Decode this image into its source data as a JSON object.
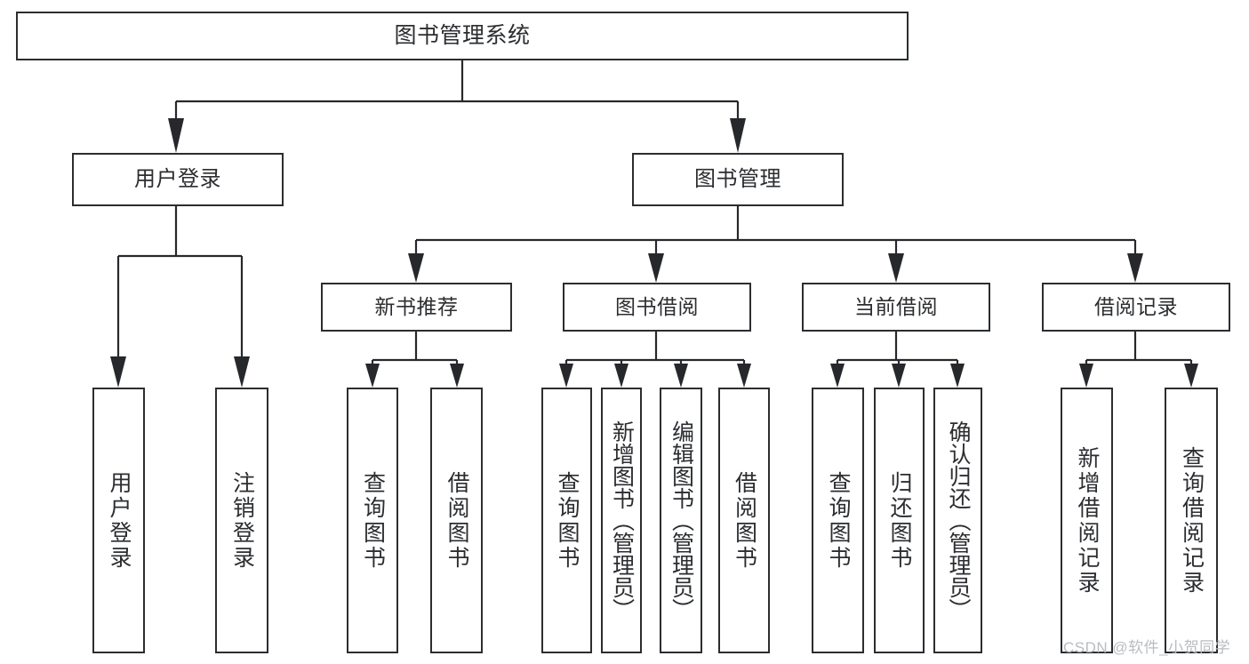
{
  "diagram": {
    "title": "图书管理系统",
    "type": "tree",
    "watermark": "CSDN @软件_小贺同学",
    "colors": {
      "stroke": "#2b2d30",
      "background": "#ffffff",
      "text": "#2b2d30",
      "watermark": "#b9bcc0"
    },
    "nodes": {
      "root": {
        "label": "图书管理系统"
      },
      "level1": [
        {
          "label": "用户登录"
        },
        {
          "label": "图书管理"
        }
      ],
      "level2": [
        {
          "label": "新书推荐"
        },
        {
          "label": "图书借阅"
        },
        {
          "label": "当前借阅"
        },
        {
          "label": "借阅记录"
        }
      ],
      "leaves": [
        {
          "label": "用户登录"
        },
        {
          "label": "注销登录"
        },
        {
          "label": "查询图书"
        },
        {
          "label": "借阅图书"
        },
        {
          "label": "查询图书"
        },
        {
          "label": "新增图书（管理员）"
        },
        {
          "label": "编辑图书（管理员）"
        },
        {
          "label": "借阅图书"
        },
        {
          "label": "查询图书"
        },
        {
          "label": "归还图书"
        },
        {
          "label": "确认归还（管理员）"
        },
        {
          "label": "新增借阅记录"
        },
        {
          "label": "查询借阅记录"
        }
      ]
    },
    "edges": [
      {
        "from": "图书管理系统",
        "to": "用户登录"
      },
      {
        "from": "图书管理系统",
        "to": "图书管理"
      },
      {
        "from": "用户登录",
        "to": "用户登录"
      },
      {
        "from": "用户登录",
        "to": "注销登录"
      },
      {
        "from": "图书管理",
        "to": "新书推荐"
      },
      {
        "from": "图书管理",
        "to": "图书借阅"
      },
      {
        "from": "图书管理",
        "to": "当前借阅"
      },
      {
        "from": "图书管理",
        "to": "借阅记录"
      },
      {
        "from": "新书推荐",
        "to": "查询图书"
      },
      {
        "from": "新书推荐",
        "to": "借阅图书"
      },
      {
        "from": "图书借阅",
        "to": "查询图书"
      },
      {
        "from": "图书借阅",
        "to": "新增图书（管理员）"
      },
      {
        "from": "图书借阅",
        "to": "编辑图书（管理员）"
      },
      {
        "from": "图书借阅",
        "to": "借阅图书"
      },
      {
        "from": "当前借阅",
        "to": "查询图书"
      },
      {
        "from": "当前借阅",
        "to": "归还图书"
      },
      {
        "from": "当前借阅",
        "to": "确认归还（管理员）"
      },
      {
        "from": "借阅记录",
        "to": "新增借阅记录"
      },
      {
        "from": "借阅记录",
        "to": "查询借阅记录"
      }
    ]
  }
}
